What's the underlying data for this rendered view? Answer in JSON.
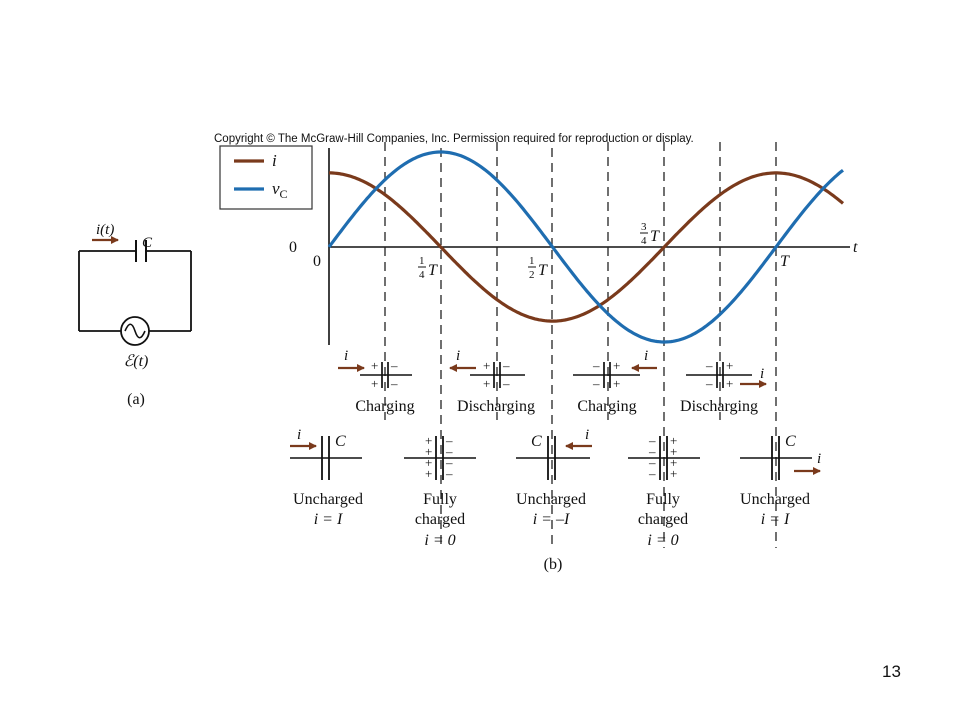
{
  "copyright": "Copyright © The McGraw-Hill Companies, Inc. Permission required for reproduction or display.",
  "page_number": "13",
  "colors": {
    "current": "#7a3a1c",
    "voltage": "#1f6db0",
    "ink": "#111111"
  },
  "circuit_a": {
    "current_label": "i(t)",
    "capacitor_label": "C",
    "source_label": "ℰ(t)",
    "panel_label": "(a)"
  },
  "legend": {
    "current": "i",
    "voltage_base": "v",
    "voltage_sub": "C"
  },
  "axes": {
    "y_zero": "0",
    "x_zero": "0",
    "x_var": "t",
    "quarter": "T",
    "half": "T",
    "three_quarter": "T",
    "period": "T",
    "frac_num": "1",
    "frac_den2": "2",
    "frac_den4": "4",
    "frac_num3": "3"
  },
  "phases": [
    {
      "label": "Charging",
      "current": "i"
    },
    {
      "label": "Discharging",
      "current": "i"
    },
    {
      "label": "Charging",
      "current": "i"
    },
    {
      "label": "Discharging",
      "current": "i"
    }
  ],
  "states": [
    {
      "line1": "Uncharged",
      "line2": "i = I",
      "line3": "",
      "cap_label": "C",
      "current": "i"
    },
    {
      "line1": "Fully",
      "line2": "charged",
      "line3": "i = 0",
      "cap_label": "",
      "current": ""
    },
    {
      "line1": "Uncharged",
      "line2": "i = –I",
      "line3": "",
      "cap_label": "C",
      "current": "i"
    },
    {
      "line1": "Fully",
      "line2": "charged",
      "line3": "i = 0",
      "cap_label": "",
      "current": ""
    },
    {
      "line1": "Uncharged",
      "line2": "i = I",
      "line3": "",
      "cap_label": "C",
      "current": "i"
    }
  ],
  "panel_b_label": "(b)"
}
